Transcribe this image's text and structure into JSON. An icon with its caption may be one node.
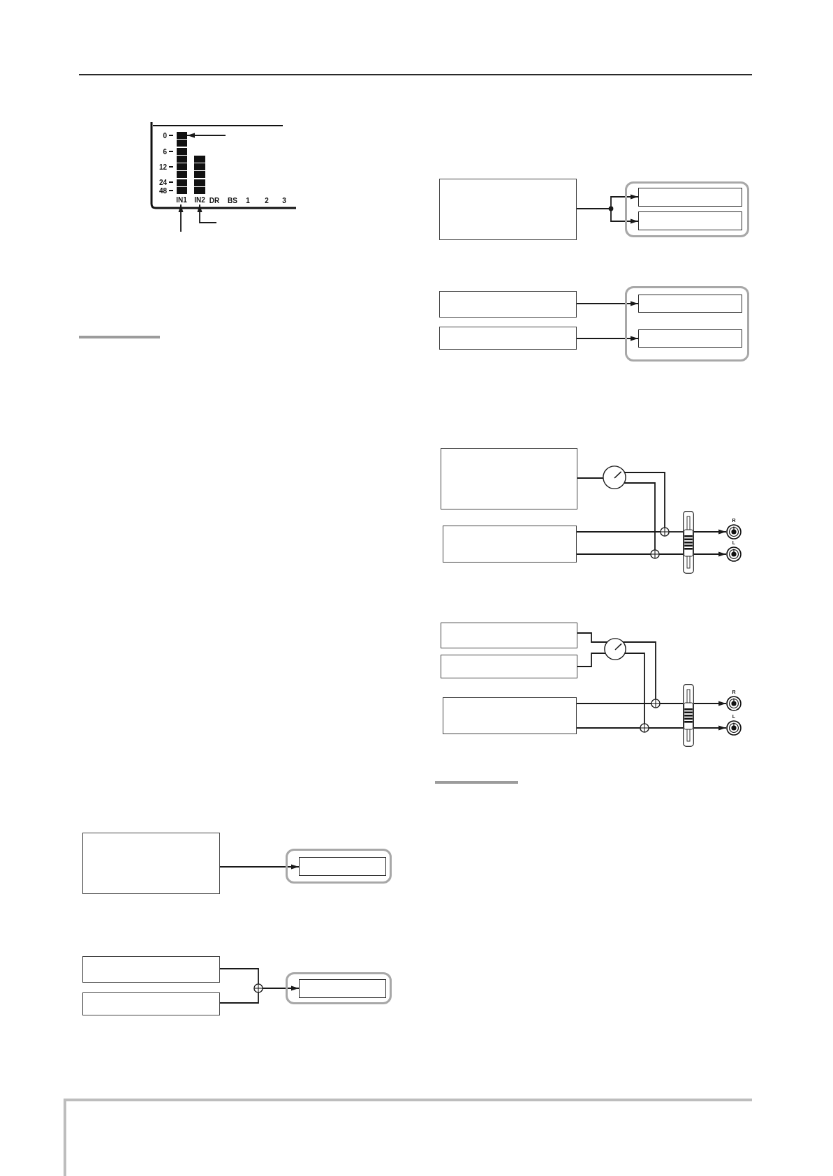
{
  "diagram": {
    "nodes": [
      {
        "text": [],
        "shape": "bar"
      },
      {
        "text": [
          "IN1"
        ]
      },
      {
        "text": [
          "IN2"
        ]
      },
      {
        "text": [],
        "shape": "box"
      },
      {
        "text": [],
        "shape": "box"
      },
      {
        "text": [],
        "shape": "box",
        "in": 4
      },
      {
        "text": [],
        "shape": "box"
      },
      {
        "text": [],
        "shape": "box"
      },
      {
        "text": [],
        "shape": "circle"
      },
      {
        "text": [],
        "shape": "box"
      },
      {
        "text": [],
        "shape": "box",
        "in": 9
      },
      {
        "text": [],
        "shape": "box"
      },
      {
        "text": [],
        "shape": "box"
      },
      {
        "text": [],
        "shape": "box",
        "in": 12
      },
      {
        "text": [],
        "shape": "box",
        "in": 12
      },
      {
        "text": [],
        "shape": "box"
      },
      {
        "text": [],
        "shape": "box"
      },
      {
        "text": [],
        "shape": "box"
      },
      {
        "text": [],
        "shape": "box",
        "in": 17
      },
      {
        "text": [],
        "shape": "box",
        "in": 17
      },
      {
        "text": [],
        "shape": "box"
      },
      {
        "text": [],
        "shape": "circle"
      },
      {
        "text": [],
        "shape": "box"
      },
      {
        "text": [],
        "shape": "circle"
      },
      {
        "text": [],
        "shape": "circle"
      },
      {
        "text": [],
        "shape": "picture"
      },
      {
        "text": [
          "R"
        ]
      },
      {
        "text": [
          "L"
        ]
      },
      {
        "text": [],
        "shape": "box"
      },
      {
        "text": [],
        "shape": "box"
      },
      {
        "text": [],
        "shape": "circle"
      },
      {
        "text": [],
        "shape": "box"
      },
      {
        "text": [],
        "shape": "circle"
      },
      {
        "text": [],
        "shape": "circle"
      },
      {
        "text": [],
        "shape": "picture"
      },
      {
        "text": [
          "R"
        ]
      },
      {
        "text": [
          "L"
        ]
      }
    ],
    "edges": [
      {
        "from": null,
        "to": 0,
        "arrow": "to"
      },
      {
        "from": null,
        "to": 1,
        "arrow": "to"
      },
      {
        "from": null,
        "to": 2,
        "arrow": "to"
      },
      {
        "from": 3,
        "to": 5,
        "arrow": "to"
      },
      {
        "from": 6,
        "to": 8,
        "arrow": "none"
      },
      {
        "from": 7,
        "to": 8,
        "arrow": "none"
      },
      {
        "from": 8,
        "to": 10,
        "arrow": "to"
      },
      {
        "from": 11,
        "to": 13,
        "arrow": "to"
      },
      {
        "from": 11,
        "to": 14,
        "arrow": "to"
      },
      {
        "from": 15,
        "to": 18,
        "arrow": "to"
      },
      {
        "from": 16,
        "to": 19,
        "arrow": "to"
      },
      {
        "from": 20,
        "to": 21,
        "arrow": "none"
      },
      {
        "from": 21,
        "to": 23,
        "arrow": "none"
      },
      {
        "from": 21,
        "to": 24,
        "arrow": "none"
      },
      {
        "from": 22,
        "to": 23,
        "arrow": "none"
      },
      {
        "from": 22,
        "to": 24,
        "arrow": "none"
      },
      {
        "from": 23,
        "to": 25,
        "arrow": "none"
      },
      {
        "from": 24,
        "to": 25,
        "arrow": "none"
      },
      {
        "from": 25,
        "to": 26,
        "arrow": "to"
      },
      {
        "from": 25,
        "to": 27,
        "arrow": "to"
      },
      {
        "from": 28,
        "to": 30,
        "arrow": "none"
      },
      {
        "from": 29,
        "to": 30,
        "arrow": "none"
      },
      {
        "from": 30,
        "to": 32,
        "arrow": "none"
      },
      {
        "from": 30,
        "to": 33,
        "arrow": "none"
      },
      {
        "from": 31,
        "to": 32,
        "arrow": "none"
      },
      {
        "from": 31,
        "to": 33,
        "arrow": "none"
      },
      {
        "from": 32,
        "to": 34,
        "arrow": "none"
      },
      {
        "from": 33,
        "to": 34,
        "arrow": "none"
      },
      {
        "from": 34,
        "to": 35,
        "arrow": "to"
      },
      {
        "from": 34,
        "to": 36,
        "arrow": "to"
      }
    ],
    "labels": [
      "0",
      "6",
      "12",
      "24",
      "48",
      "DR",
      "BS",
      "1",
      "2",
      "3"
    ]
  }
}
